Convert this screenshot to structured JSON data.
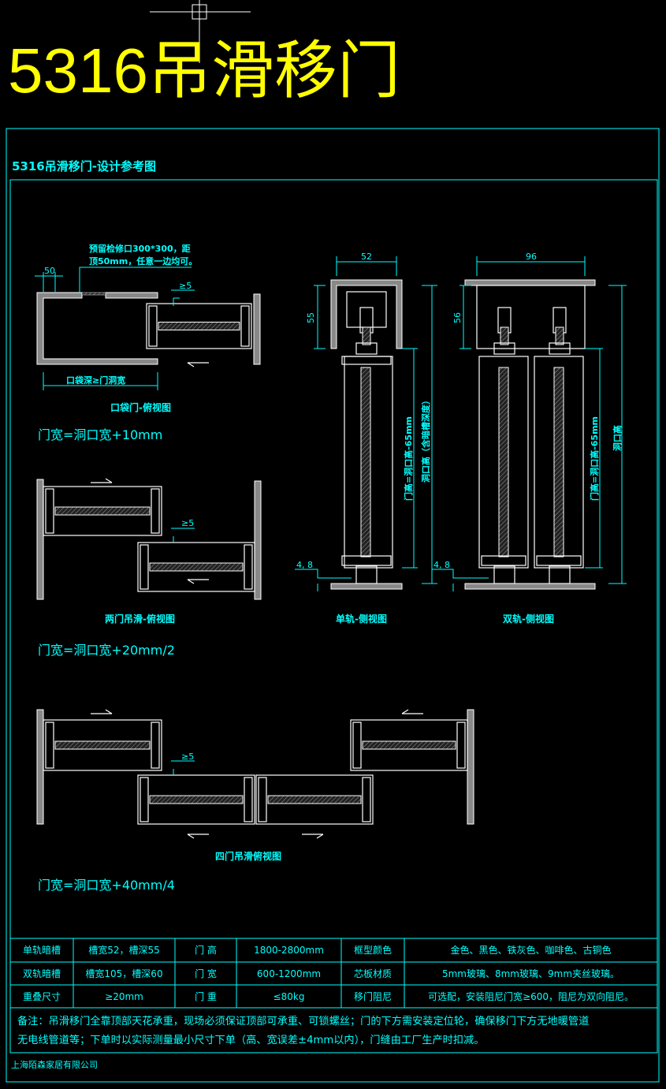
{
  "title": "5316吊滑移门",
  "subtitle": "5316吊滑移门-设计参考图",
  "pocket": {
    "note_line1": "预留检修口300*300，距",
    "note_line2": "顶50mm，任意一边均可。",
    "dim_50": "50",
    "gap": "≥5",
    "depth": "口袋深≥门洞宽",
    "caption": "口袋门-俯视图",
    "formula": "门宽=洞口宽+10mm"
  },
  "two_door": {
    "gap": "≥5",
    "caption": "两门吊滑-俯视图",
    "formula": "门宽=洞口宽+20mm/2"
  },
  "four_door": {
    "gap": "≥5",
    "caption": "四门吊滑俯视图",
    "formula": "门宽=洞口宽+40mm/4"
  },
  "single_rail": {
    "width": "52",
    "depth": "55",
    "gap": "4, 8",
    "door_height": "门高=洞口高-65mm",
    "opening_height": "洞口高（含暗槽深度）",
    "caption": "单轨-侧视图"
  },
  "double_rail": {
    "width": "96",
    "depth": "56",
    "gap": "4, 8",
    "door_height": "门高=洞口高-65mm",
    "opening_height": "洞口高",
    "caption": "双轨-侧视图"
  },
  "specs": [
    [
      "单轨暗槽",
      "槽宽52，槽深55",
      "门  高",
      "1800-2800mm",
      "框型颜色",
      "金色、黑色、铁灰色、咖啡色、古铜色"
    ],
    [
      "双轨暗槽",
      "槽宽105，槽深60",
      "门  宽",
      "600-1200mm",
      "芯板材质",
      "5mm玻璃、8mm玻璃、9mm夹丝玻璃。"
    ],
    [
      "重叠尺寸",
      "≥20mm",
      "门  重",
      "≤80kg",
      "移门阻尼",
      "可选配，安装阻尼门宽≥600，阻尼为双向阻尼。"
    ]
  ],
  "notes_line1": "备注：吊滑移门全靠顶部天花承重，现场必须保证顶部可承重、可锁螺丝；门的下方需安装定位轮，确保移门下方无地暖管道",
  "notes_line2": "无电线管道等；下单时以实际测量最小尺寸下单（高、宽误差±4mm以内），门缝由工厂生产时扣减。",
  "company": "上海陌森家居有限公司",
  "colors": {
    "title": "#ffff00",
    "annotation": "#00ffff",
    "lines": "#ffffff"
  }
}
